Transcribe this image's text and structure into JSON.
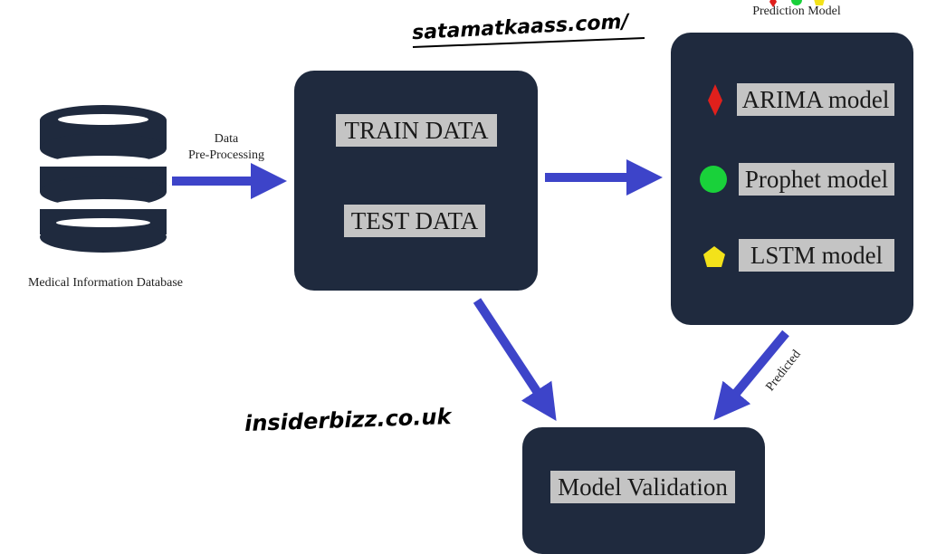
{
  "diagram": {
    "source": {
      "label": "Medical Information Database",
      "arrow_label_line1": "Data",
      "arrow_label_line2": "Pre-Processing"
    },
    "split": {
      "train": "TRAIN DATA",
      "test": "TEST DATA"
    },
    "prediction": {
      "title": "Prediction Model",
      "models": [
        {
          "label": "ARIMA model",
          "marker": "red-diamond",
          "color": "#e0201c"
        },
        {
          "label": "Prophet model",
          "marker": "green-circle",
          "color": "#19d13a"
        },
        {
          "label": "LSTM model",
          "marker": "yellow-pentagon",
          "color": "#f3e21a"
        }
      ]
    },
    "edge_predicted": "Predicted",
    "validation": {
      "label": "Model Validation"
    }
  },
  "watermarks": {
    "top": "satamatkaass.com/",
    "middle": "insiderbizz.co.uk"
  },
  "colors": {
    "panel": "#1f2a3e",
    "arrow": "#3d44c9",
    "label_box": "#c4c4c4"
  }
}
